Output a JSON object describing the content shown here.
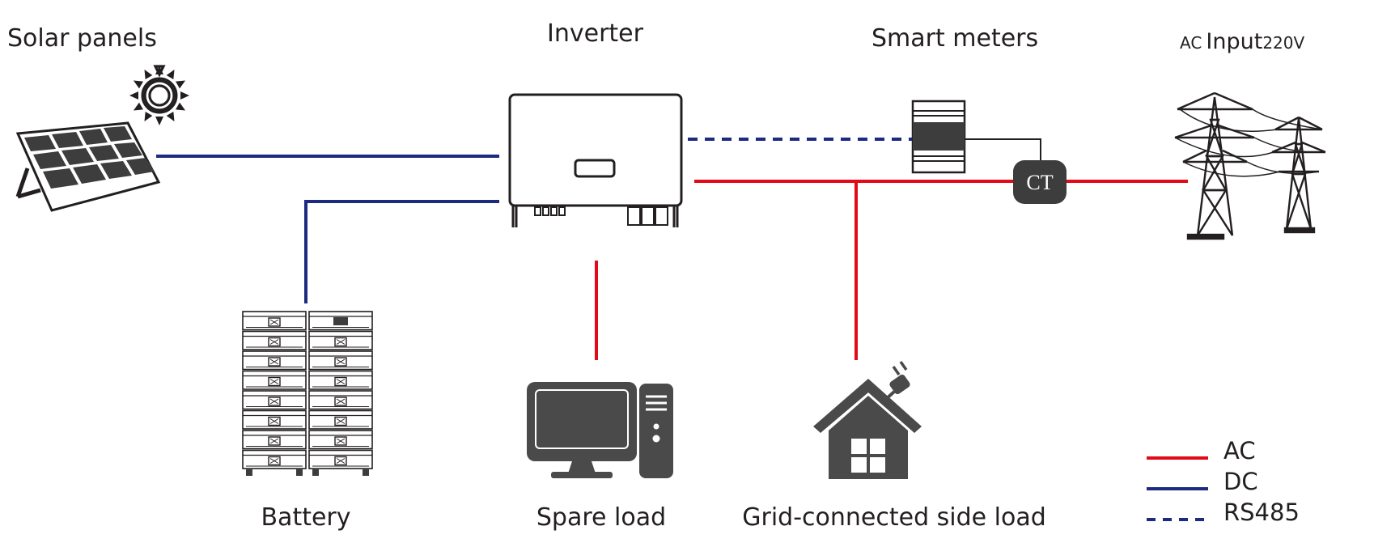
{
  "labels": {
    "solar_panels": "Solar panels",
    "inverter": "Inverter",
    "smart_meters": "Smart meters",
    "ac_input_prefix": "AC",
    "ac_input_main": "Input",
    "ac_input_suffix": "220V",
    "battery": "Battery",
    "spare_load": "Spare load",
    "grid_side_load": "Grid-connected side load",
    "ct": "CT"
  },
  "legend": [
    {
      "label": "AC",
      "style": "solid",
      "color": "#e30a17"
    },
    {
      "label": "DC",
      "style": "solid",
      "color": "#1c2a80"
    },
    {
      "label": "RS485",
      "style": "dashed",
      "color": "#1c2a80"
    }
  ],
  "colors": {
    "ac": "#e30a17",
    "dc": "#1c2a80",
    "icon": "#4a4a4a",
    "outline": "#231f20"
  },
  "icons": [
    "sun-icon",
    "solar-panel-icon",
    "inverter-icon",
    "smart-meter-icon",
    "ct-icon",
    "power-tower-icon",
    "battery-rack-icon",
    "computer-icon",
    "house-icon",
    "plug-icon"
  ]
}
